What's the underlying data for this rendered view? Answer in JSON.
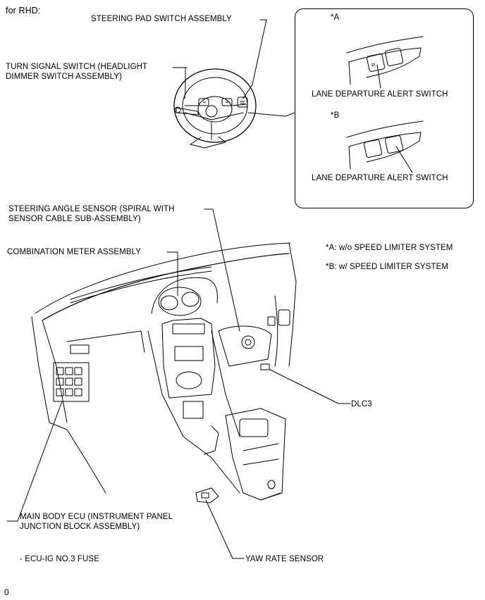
{
  "header": {
    "title": "for RHD:"
  },
  "labels": {
    "steering_pad": "STEERING PAD SWITCH ASSEMBLY",
    "turn_signal": "TURN SIGNAL SWITCH (HEADLIGHT\nDIMMER SWITCH ASSEMBLY)",
    "steering_angle": "STEERING ANGLE SENSOR (SPIRAL WITH\nSENSOR CABLE SUB-ASSEMBLY)",
    "combination_meter": "COMBINATION METER ASSEMBLY",
    "dlc3": "DLC3",
    "main_body_ecu": "MAIN BODY ECU (INSTRUMENT PANEL\nJUNCTION BLOCK ASSEMBLY)",
    "ecu_fuse": "- ECU-IG NO.3 FUSE",
    "yaw_rate": "YAW RATE SENSOR"
  },
  "detail": {
    "a_tag": "*A",
    "a_label": "LANE DEPARTURE ALERT SWITCH",
    "b_tag": "*B",
    "b_label": "LANE DEPARTURE ALERT SWITCH"
  },
  "notes": {
    "a": "*A: w/o SPEED LIMITER SYSTEM",
    "b": "*B: w/ SPEED LIMITER SYSTEM"
  },
  "footer": {
    "code": "0"
  }
}
